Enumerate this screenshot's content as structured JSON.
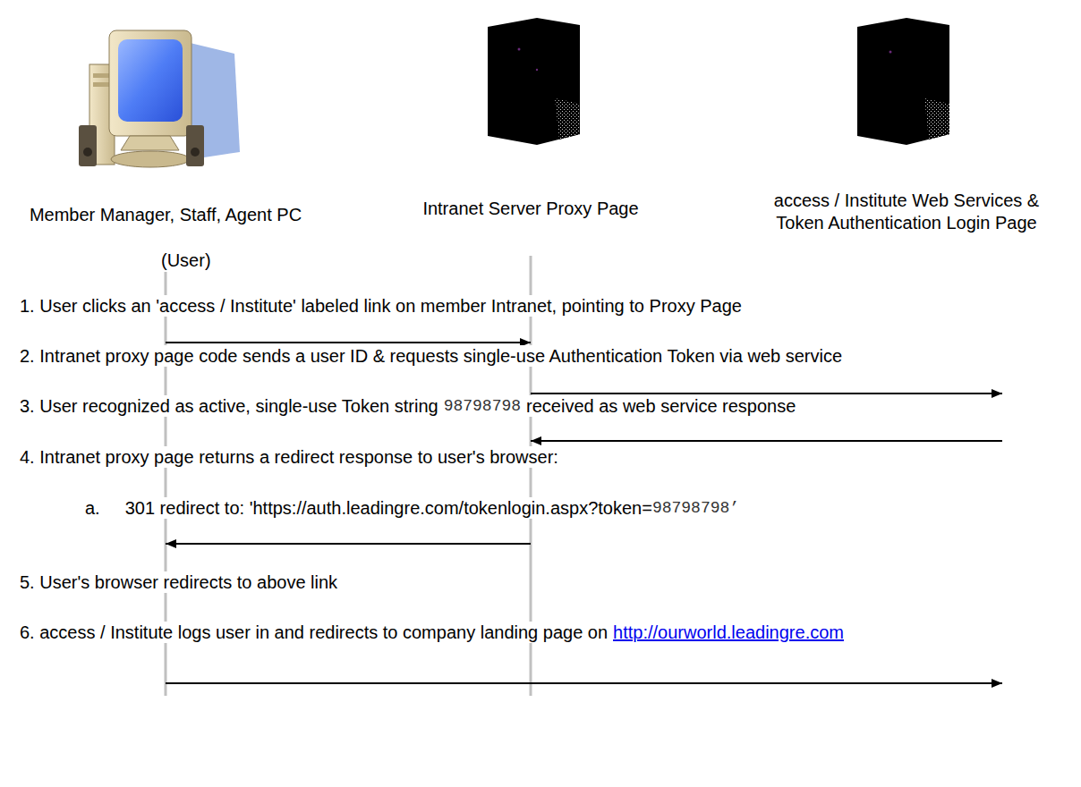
{
  "diagram": {
    "nodes": [
      {
        "text": [
          "Member Manager, Staff, Agent PC",
          "(User)"
        ]
      },
      {
        "text": [
          "Intranet Server Proxy Page"
        ]
      },
      {
        "text": [
          "access / Institute Web Services & Token Authentication Login Page"
        ]
      }
    ],
    "edges": [
      {
        "from": 0,
        "to": 1,
        "arrow": "to"
      },
      {
        "from": 1,
        "to": 2,
        "arrow": "to"
      },
      {
        "from": 2,
        "to": 1,
        "arrow": "to"
      },
      {
        "from": 1,
        "to": 0,
        "arrow": "to"
      },
      {
        "from": 0,
        "to": 2,
        "arrow": "to"
      }
    ],
    "labels": [
      "1. User clicks an 'access / Institute' labeled link on member Intranet, pointing to Proxy Page",
      "2. Intranet proxy page code sends a user ID & requests single-use Authentication Token via web service",
      "3. User recognized as active, single-use Token string",
      "98798798",
      "received as web service response",
      "4. Intranet proxy page returns a redirect response to user's browser:",
      "a.",
      "301 redirect to: 'https://auth.leadingre.com/tokenlogin.aspx?token=",
      "98798798’",
      "5. User's browser redirects to above link",
      "6. access / Institute logs user in and redirects to company landing page on",
      "http://ourworld.leadingre.com"
    ]
  }
}
